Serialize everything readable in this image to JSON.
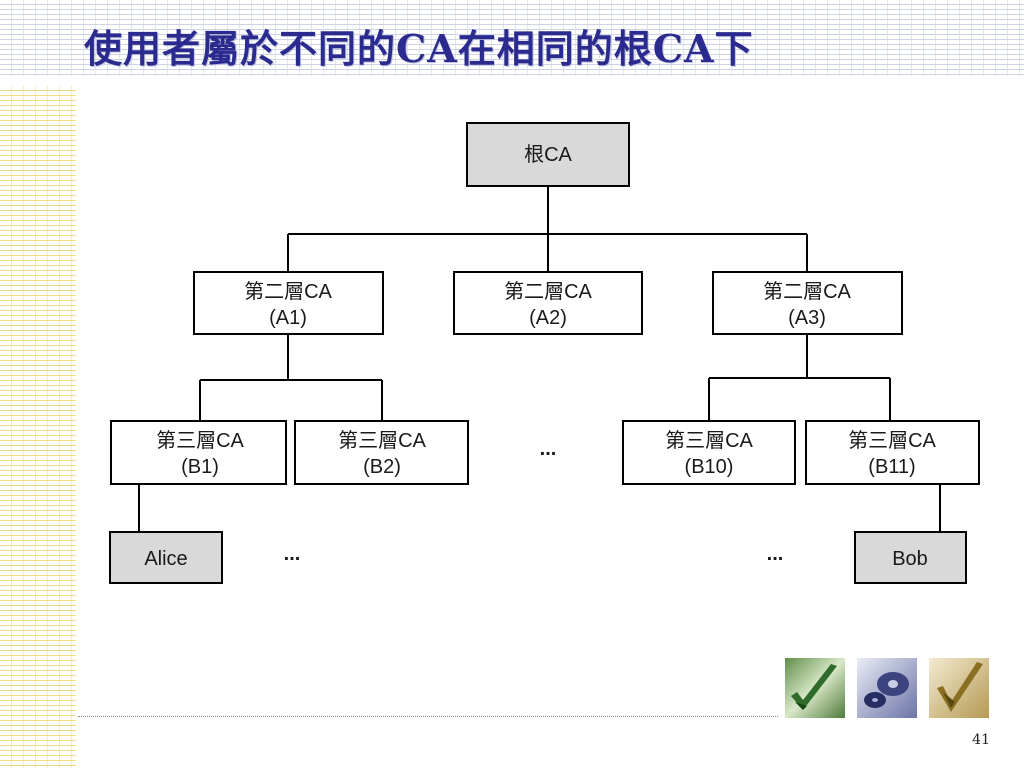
{
  "slide": {
    "title": "使用者屬於不同的CA在相同的根CA下",
    "page_number": "41"
  },
  "diagram": {
    "root": {
      "label": "根CA"
    },
    "level2": [
      {
        "line1": "第二層CA",
        "line2": "(A1)"
      },
      {
        "line1": "第二層CA",
        "line2": "(A2)"
      },
      {
        "line1": "第二層CA",
        "line2": "(A3)"
      }
    ],
    "level3": [
      {
        "line1": "第三層CA",
        "line2": "(B1)"
      },
      {
        "line1": "第三層CA",
        "line2": "(B2)"
      },
      {
        "line1": "第三層CA",
        "line2": "(B10)"
      },
      {
        "line1": "第三層CA",
        "line2": "(B11)"
      }
    ],
    "users": [
      {
        "label": "Alice"
      },
      {
        "label": "Bob"
      }
    ],
    "ellipsis": "..."
  },
  "colors": {
    "title": "#2b2b8f",
    "shaded_box": "#d9d9d9",
    "box_border": "#000000"
  },
  "decorations": {
    "icons": [
      "green-checkmark-icon",
      "blue-disc-icon",
      "gold-checkmark-icon"
    ]
  }
}
